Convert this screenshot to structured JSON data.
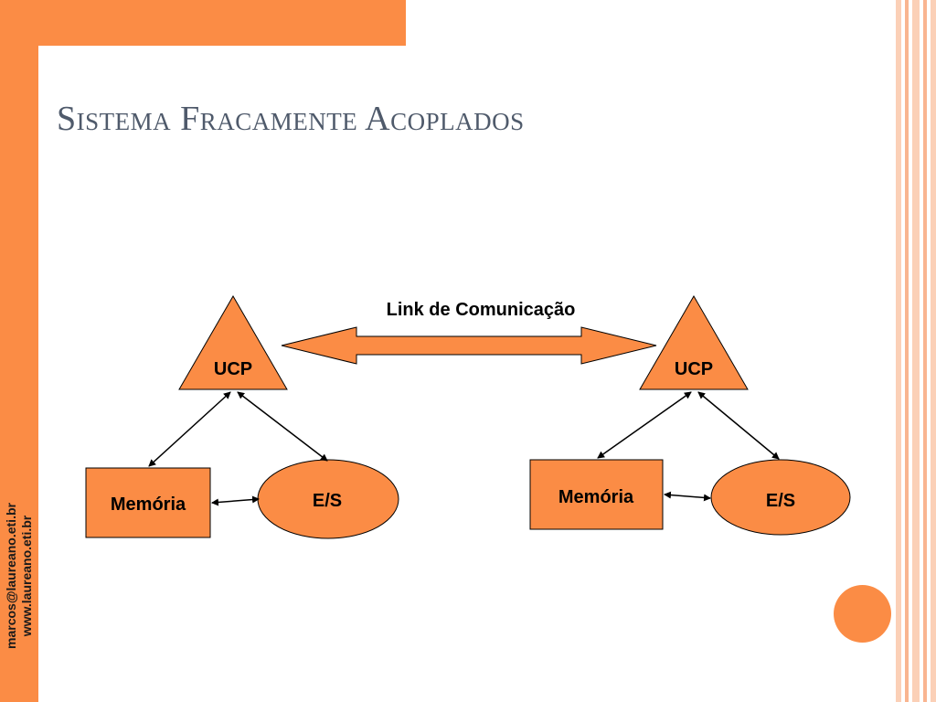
{
  "slide": {
    "title": "Sistema Fracamente Acoplados",
    "footer": [
      "marcos@laureano.eti.br",
      "www.laureano.eti.br"
    ]
  },
  "diagram": {
    "link_label": "Link de Comunicação",
    "left": {
      "cpu": "UCP",
      "memory": "Memória",
      "io": "E/S"
    },
    "right": {
      "cpu": "UCP",
      "memory": "Memória",
      "io": "E/S"
    }
  },
  "colors": {
    "accent": "#FB8C45",
    "title": "#4F5A6B"
  }
}
